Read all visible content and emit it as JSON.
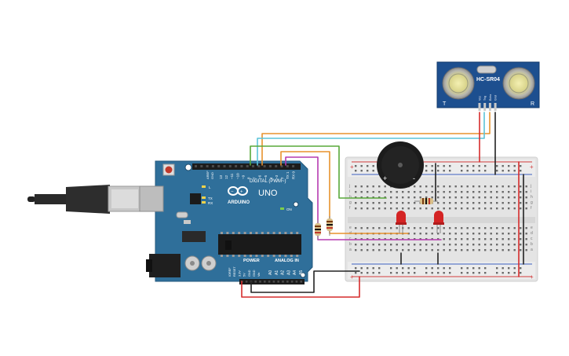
{
  "arduino": {
    "brand": "ARDUINO",
    "model": "UNO",
    "digital_header": "DIGITAL (PWM~)",
    "power_header": "POWER",
    "analog_header": "ANALOG IN",
    "label_aref": "AREF",
    "label_gnd": "GND",
    "label_l": "L",
    "label_tx": "TX",
    "label_rx": "RX",
    "label_on": "ON",
    "digital_pins": [
      "13",
      "12",
      "~11",
      "~10",
      "~9",
      "8",
      "7",
      "~6",
      "~5",
      "4",
      "~3",
      "2",
      "TX 1",
      "RX 0"
    ],
    "power_pins": [
      "IOREF",
      "RESET",
      "3.3V",
      "5V",
      "GND",
      "GND",
      "Vin"
    ],
    "analog_pins": [
      "A0",
      "A1",
      "A2",
      "A3",
      "A4",
      "A5"
    ]
  },
  "sensor": {
    "model": "HC-SR04",
    "corner_left": "T",
    "corner_right": "R",
    "pins": [
      "Vcc",
      "Trig",
      "Echo",
      "Gnd"
    ]
  },
  "buzzer": {
    "plus": "+",
    "minus": "-"
  },
  "breadboard": {
    "rail_plus": "+",
    "rail_minus": "-",
    "row_letters_top": [
      "j",
      "i",
      "h",
      "g",
      "f"
    ],
    "row_letters_bottom": [
      "e",
      "d",
      "c",
      "b",
      "a"
    ]
  },
  "colors": {
    "board_blue": "#2f6f9a",
    "wire_orange": "#e8922d",
    "wire_cyan": "#5bc3d8",
    "wire_green": "#58a83a",
    "wire_magenta": "#b63ab0",
    "wire_red": "#d62c2c",
    "wire_black": "#222222",
    "led_red": "#d42424"
  }
}
